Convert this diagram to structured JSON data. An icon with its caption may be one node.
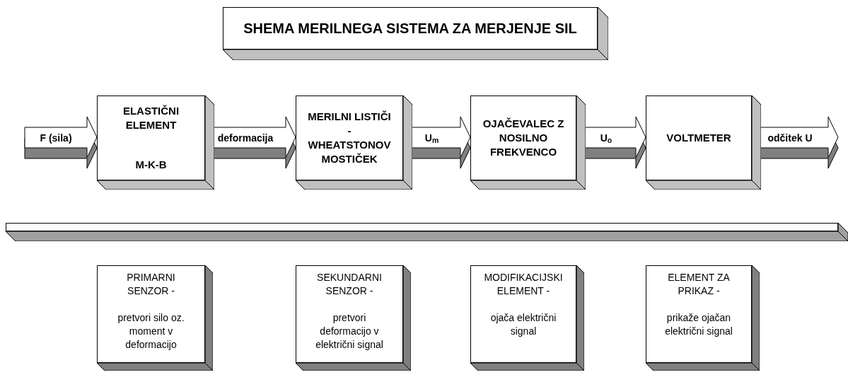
{
  "diagram": {
    "title": "SHEMA MERILNEGA SISTEMA ZA MERJENJE SIL",
    "nodes": [
      {
        "text": [
          "ELASTIČNI ELEMENT",
          "M-K-B"
        ]
      },
      {
        "text": [
          "MERILNI LISTIČI",
          "-",
          "WHEATSTONOV MOSTIČEK"
        ]
      },
      {
        "text": [
          "OJAČEVALEC Z NOSILNO FREKVENCO"
        ]
      },
      {
        "text": [
          "VOLTMETER"
        ]
      },
      {
        "text": [
          "PRIMARNI SENZOR -",
          "pretvori silo oz. moment v deformacijo"
        ]
      },
      {
        "text": [
          "SEKUNDARNI SENZOR -",
          "pretvori deformacijo v električni signal"
        ]
      },
      {
        "text": [
          "MODIFIKACIJSKI ELEMENT -",
          "ojača električni signal"
        ]
      },
      {
        "text": [
          "ELEMENT ZA PRIKAZ -",
          "prikaže ojačan električni signal"
        ]
      }
    ],
    "edges": [
      {
        "from": null,
        "to": 0,
        "arrow": "to",
        "label": "F (sila)"
      },
      {
        "from": 0,
        "to": 1,
        "arrow": "to",
        "label": "deformacija"
      },
      {
        "from": 1,
        "to": 2,
        "arrow": "to",
        "label": "U$_{m}$"
      },
      {
        "from": 2,
        "to": 3,
        "arrow": "to",
        "label": "U$_{o}$"
      },
      {
        "from": 3,
        "to": null,
        "arrow": "to",
        "label": "odčitek U"
      }
    ]
  }
}
